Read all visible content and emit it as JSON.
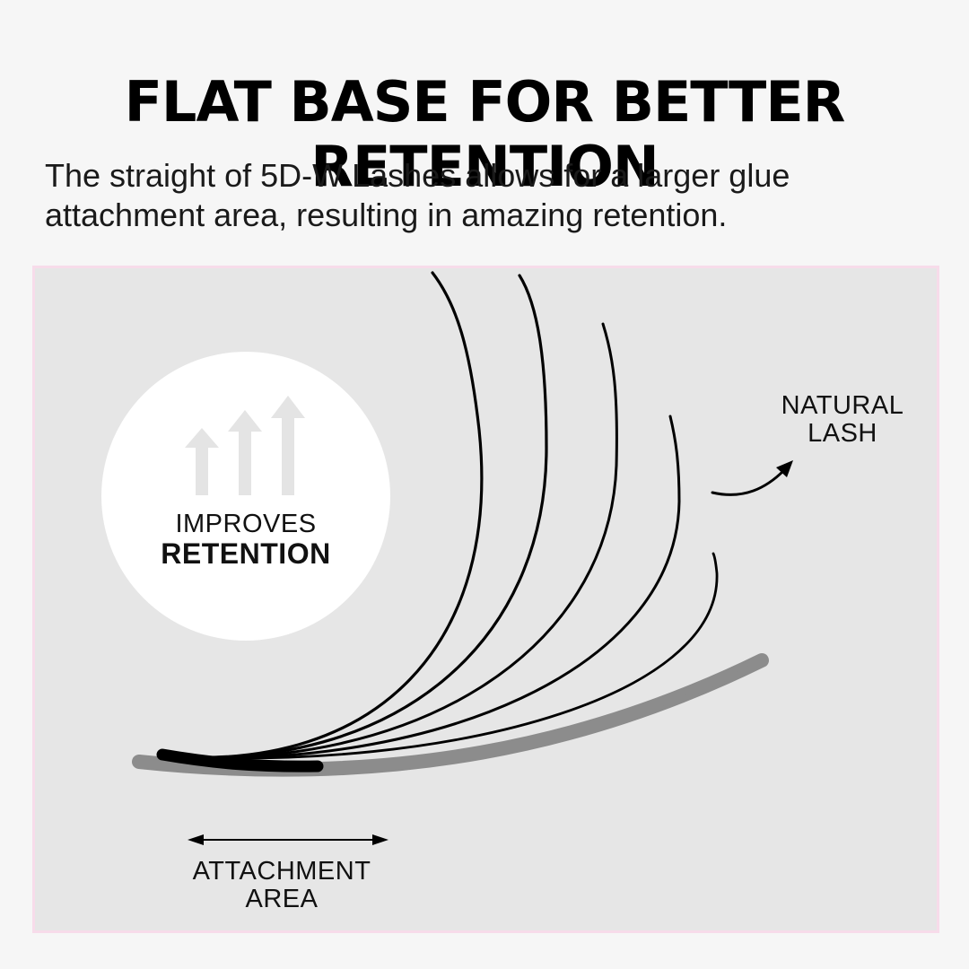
{
  "header": {
    "title": "FLAT BASE FOR BETTER RETENTION",
    "description": "The straight of 5D-W Lashes allows for a larger glue attachment area, resulting in amazing retention."
  },
  "illustration": {
    "badge": {
      "line1": "IMPROVES",
      "line2": "RETENTION",
      "icon": "triple-up-arrows-icon"
    },
    "natural_lash_label": {
      "line1": "NATURAL",
      "line2": "LASH"
    },
    "attachment_label": {
      "line1": "ATTACHMENT",
      "line2": "AREA"
    },
    "colors": {
      "page_background": "#f6f6f6",
      "panel_background": "#e6e6e6",
      "panel_border": "#f7dcea",
      "lash": "#000000",
      "natural_lash": "#8c8c8c",
      "badge_arrows": "#e4e4e4"
    }
  }
}
